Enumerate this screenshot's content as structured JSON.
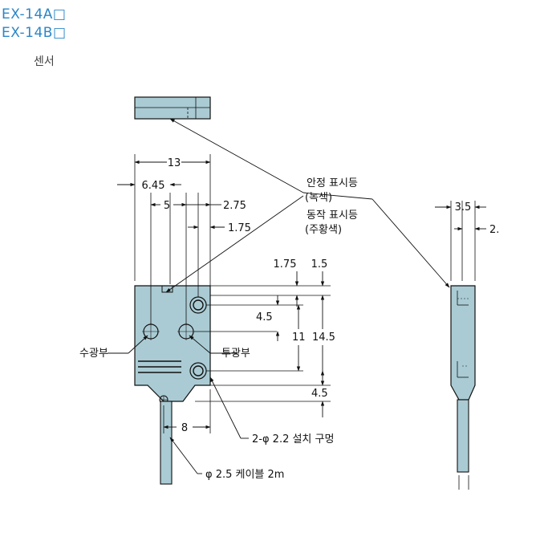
{
  "header": {
    "model_a": "EX-14A□",
    "model_b": "EX-14B□",
    "subtitle": "센서"
  },
  "dimensions": {
    "width_13": "13",
    "d_6_45": "6.45",
    "d_5": "5",
    "d_2_75": "2.75",
    "d_1_75_top": "1.75",
    "d_1_75": "1.75",
    "d_1_5": "1.5",
    "d_4_5_a": "4.5",
    "d_11": "11",
    "d_14_5": "14.5",
    "d_4_5_b": "4.5",
    "d_8": "8",
    "side_3_5": "3.5",
    "side_2": "2."
  },
  "labels": {
    "stable_indicator": "안정 표시등",
    "stable_color": "(녹색)",
    "operation_indicator": "동작 표시등",
    "operation_color": "(주황색)",
    "receiver": "수광부",
    "emitter": "투광부",
    "mount_holes": "2-φ 2.2 설치 구멍",
    "cable": "φ 2.5 케이블 2m"
  },
  "colors": {
    "body_fill": "#aacbd4",
    "line": "#111111",
    "title": "#2a86c8"
  }
}
